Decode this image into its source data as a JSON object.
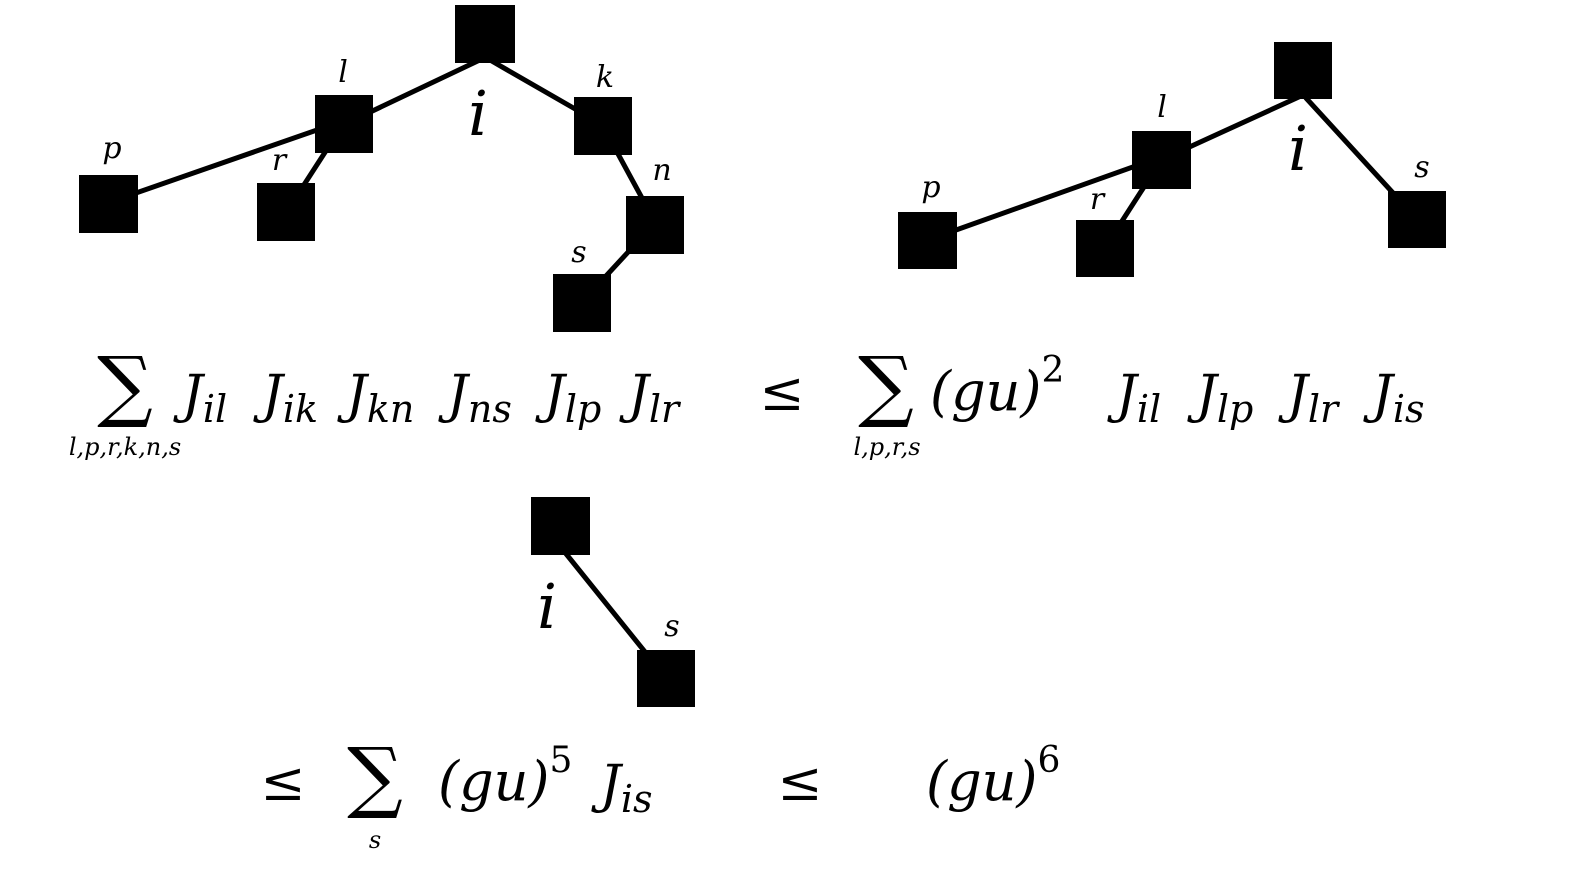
{
  "diagram_1": {
    "root_label": "i",
    "labels": {
      "l": "l",
      "k": "k",
      "p": "p",
      "r": "r",
      "n": "n",
      "s": "s"
    }
  },
  "diagram_2": {
    "root_label": "i",
    "labels": {
      "l": "l",
      "p": "p",
      "r": "r",
      "s": "s"
    }
  },
  "diagram_3": {
    "root_label": "i",
    "labels": {
      "s": "s"
    }
  },
  "formula_1": {
    "sum_symbol": "∑",
    "sum_index": "l,p,r,k,n,s",
    "terms": [
      "J",
      "il",
      "J",
      "ik",
      "J",
      "kn",
      "J",
      "ns",
      "J",
      "lp",
      "J",
      "lr"
    ],
    "leq": "≤"
  },
  "formula_2": {
    "sum_symbol": "∑",
    "sum_index": "l,p,r,s",
    "base": "(gu)",
    "power": "2",
    "terms": [
      "J",
      "il",
      "J",
      "lp",
      "J",
      "lr",
      "J",
      "is"
    ]
  },
  "formula_3": {
    "leq1": "≤",
    "sum_symbol": "∑",
    "sum_index": "s",
    "base": "(gu)",
    "power": "5",
    "J": "J",
    "J_sub": "is",
    "leq2": "≤",
    "base2": "(gu)",
    "power2": "6"
  }
}
